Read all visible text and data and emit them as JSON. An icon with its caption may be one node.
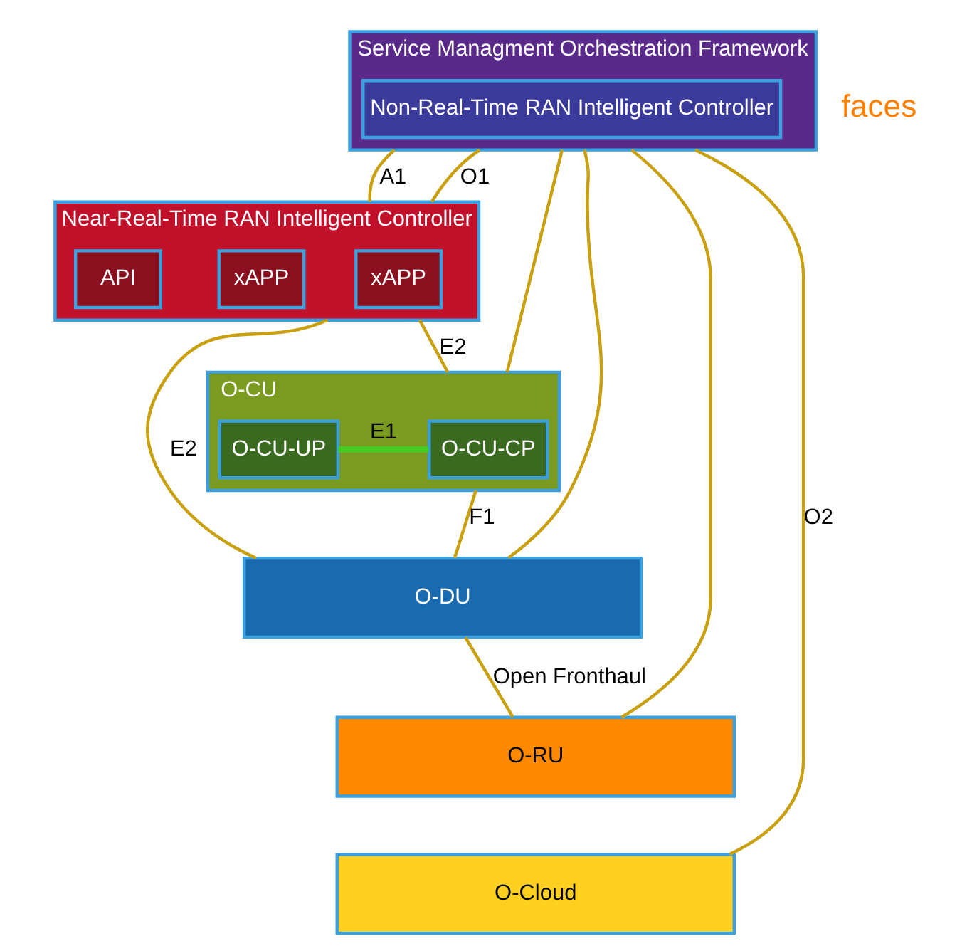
{
  "diagram": {
    "nodes": [
      {
        "text": [
          "Service Managment Orchestration Framework"
        ]
      },
      {
        "text": [
          "Non-Real-Time RAN Intelligent Controller"
        ],
        "in": 0
      },
      {
        "text": [
          "Near-Real-Time RAN Intelligent Controller"
        ]
      },
      {
        "text": [
          "xAPP"
        ],
        "in": 2
      },
      {
        "text": [
          "xAPP"
        ],
        "in": 2
      },
      {
        "text": [
          "API"
        ],
        "in": 2
      },
      {
        "text": [
          "O-CU"
        ]
      },
      {
        "text": [
          "O-CU-CP"
        ],
        "in": 6
      },
      {
        "text": [
          "O-CU-UP"
        ],
        "in": 6
      },
      {
        "text": [
          "O-DU"
        ]
      },
      {
        "text": [
          "O-RU"
        ]
      },
      {
        "text": [
          "O-Cloud"
        ]
      }
    ],
    "edges": [
      {
        "from": 0,
        "to": 2,
        "arrow": "none",
        "label": "A1"
      },
      {
        "from": 2,
        "to": 6,
        "arrow": "none",
        "label": "E2"
      },
      {
        "from": 2,
        "to": 9,
        "arrow": "none",
        "label": "E2"
      },
      {
        "from": 7,
        "to": 8,
        "arrow": "none",
        "label": "E1",
        "color": "#44cc22",
        "style": "thick"
      },
      {
        "from": 6,
        "to": 9,
        "arrow": "none",
        "label": "F1"
      },
      {
        "from": 9,
        "to": 10,
        "arrow": "none",
        "label": "Open Fronthaul"
      },
      {
        "from": 0,
        "to": 2,
        "arrow": "none",
        "label": "O1"
      },
      {
        "from": 0,
        "to": 6,
        "arrow": "none"
      },
      {
        "from": 0,
        "to": 9,
        "arrow": "none"
      },
      {
        "from": 0,
        "to": 10,
        "arrow": "none"
      },
      {
        "from": 0,
        "to": 11,
        "arrow": "none",
        "label": "O2"
      }
    ],
    "labels": [
      "faces"
    ]
  }
}
